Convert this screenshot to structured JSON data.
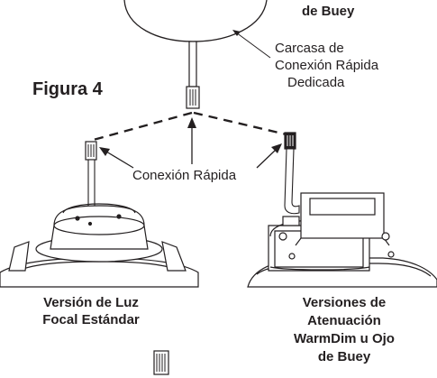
{
  "labels": {
    "top_right_cut": "de Buey",
    "housing_line1": "Carcasa de",
    "housing_line2": "Conexión Rápida",
    "housing_line3": "Dedicada",
    "figure_title": "Figura 4",
    "quick_connect": "Conexión Rápida",
    "standard_line1": "Versión de Luz",
    "standard_line2": "Focal Estándar",
    "dim_line1": "Versiones de",
    "dim_line2": "Atenuación",
    "dim_line3": "WarmDim u Ojo",
    "dim_line4": "de Buey"
  },
  "colors": {
    "ink": "#231f20",
    "background": "#ffffff"
  },
  "icons": [
    "connector-icon"
  ]
}
